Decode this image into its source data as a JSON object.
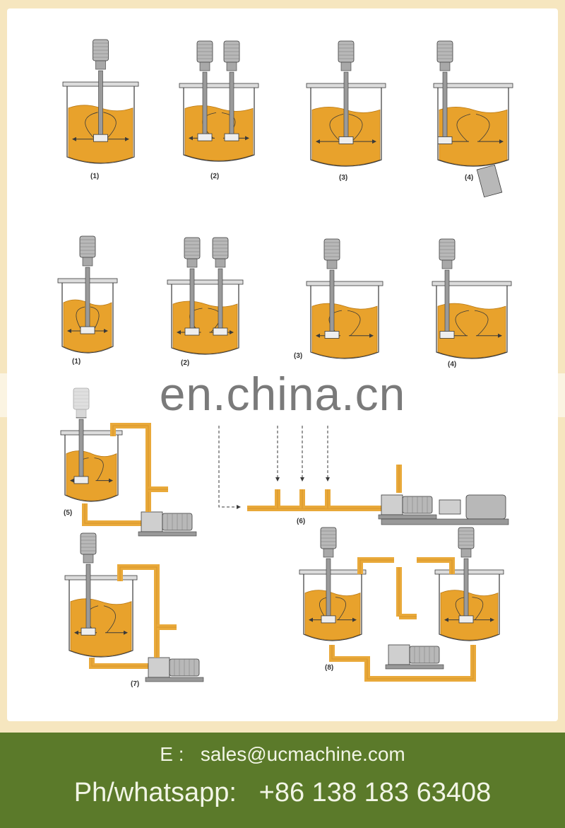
{
  "diagram": {
    "labels_row1": [
      "(1)",
      "(2)",
      "(3)",
      "(4)"
    ],
    "labels_row2": [
      "(1)",
      "(2)",
      "(3)",
      "(4)"
    ],
    "label_5": "(5)",
    "label_6": "(6)",
    "label_7": "(7)",
    "label_8": "(8)",
    "colors": {
      "liquid": "#e8a22c",
      "liquid_dark": "#b97813",
      "pipe": "#e9a93a",
      "steel": "#9a9a9a",
      "motor": "#b8b8b8",
      "line": "#3a3a3a"
    }
  },
  "watermark": {
    "text": "en.china.cn"
  },
  "contact": {
    "email_line": "E :   sales@ucmachine.com",
    "phone_line": "Ph/whatsapp:   +86 138 183 63408"
  }
}
